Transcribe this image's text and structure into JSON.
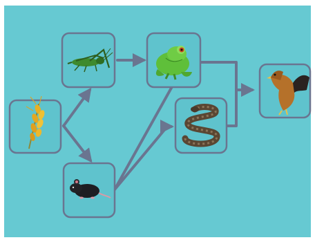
{
  "diagram": {
    "type": "food-web",
    "colors": {
      "background": "#66C9D2",
      "arrow": "#6A7590",
      "box_border": "#6A7590",
      "box_fill": "#5FC3CD"
    },
    "nodes": [
      {
        "id": "wheat",
        "icon": "wheat-icon"
      },
      {
        "id": "grasshopper",
        "icon": "grasshopper-icon"
      },
      {
        "id": "mouse",
        "icon": "mouse-icon"
      },
      {
        "id": "frog",
        "icon": "frog-icon"
      },
      {
        "id": "snake",
        "icon": "snake-icon"
      },
      {
        "id": "eagle",
        "icon": "eagle-icon"
      }
    ],
    "links": [
      {
        "from": "wheat",
        "to": "grasshopper"
      },
      {
        "from": "wheat",
        "to": "mouse"
      },
      {
        "from": "grasshopper",
        "to": "frog"
      },
      {
        "from": "mouse",
        "to": "snake"
      },
      {
        "from": "frog",
        "to": "eagle"
      },
      {
        "from": "snake",
        "to": "eagle"
      }
    ]
  }
}
